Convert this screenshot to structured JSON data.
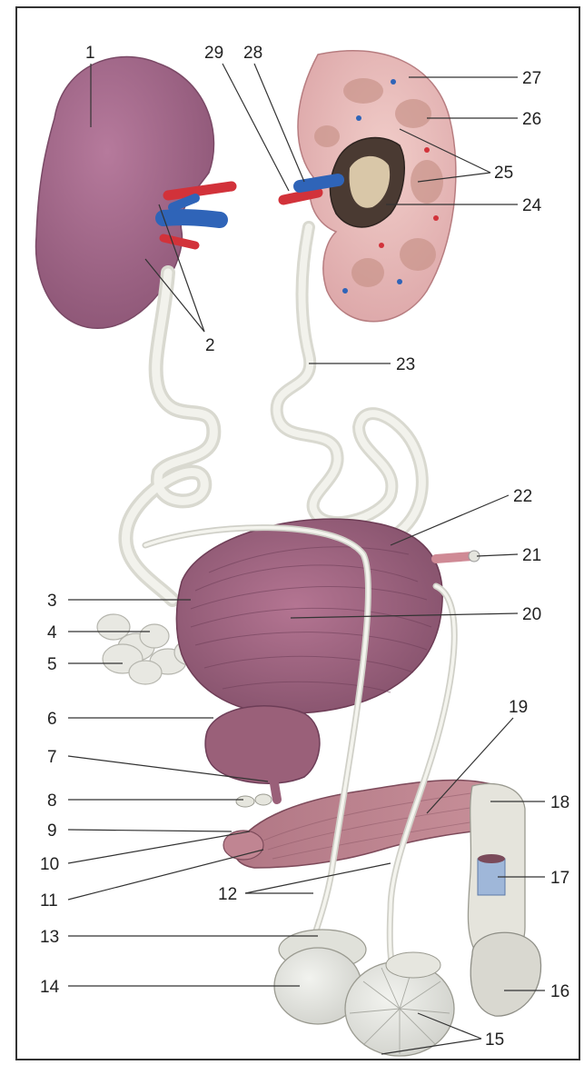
{
  "figure": {
    "labels": [
      "1",
      "2",
      "3",
      "4",
      "5",
      "6",
      "7",
      "8",
      "9",
      "10",
      "11",
      "12",
      "13",
      "14",
      "15",
      "16",
      "17",
      "18",
      "19",
      "20",
      "21",
      "22",
      "23",
      "24",
      "25",
      "26",
      "27",
      "28",
      "29"
    ]
  },
  "colors": {
    "kidney": "#a86a8e",
    "kidney_section": "#e7b9b8",
    "vessel_red": "#d2323a",
    "vessel_blue": "#2f64b8",
    "ureter": "#e6e6de",
    "bladder": "#a1607e",
    "penis": "#b77b87",
    "testis": "#e4e5e0"
  }
}
